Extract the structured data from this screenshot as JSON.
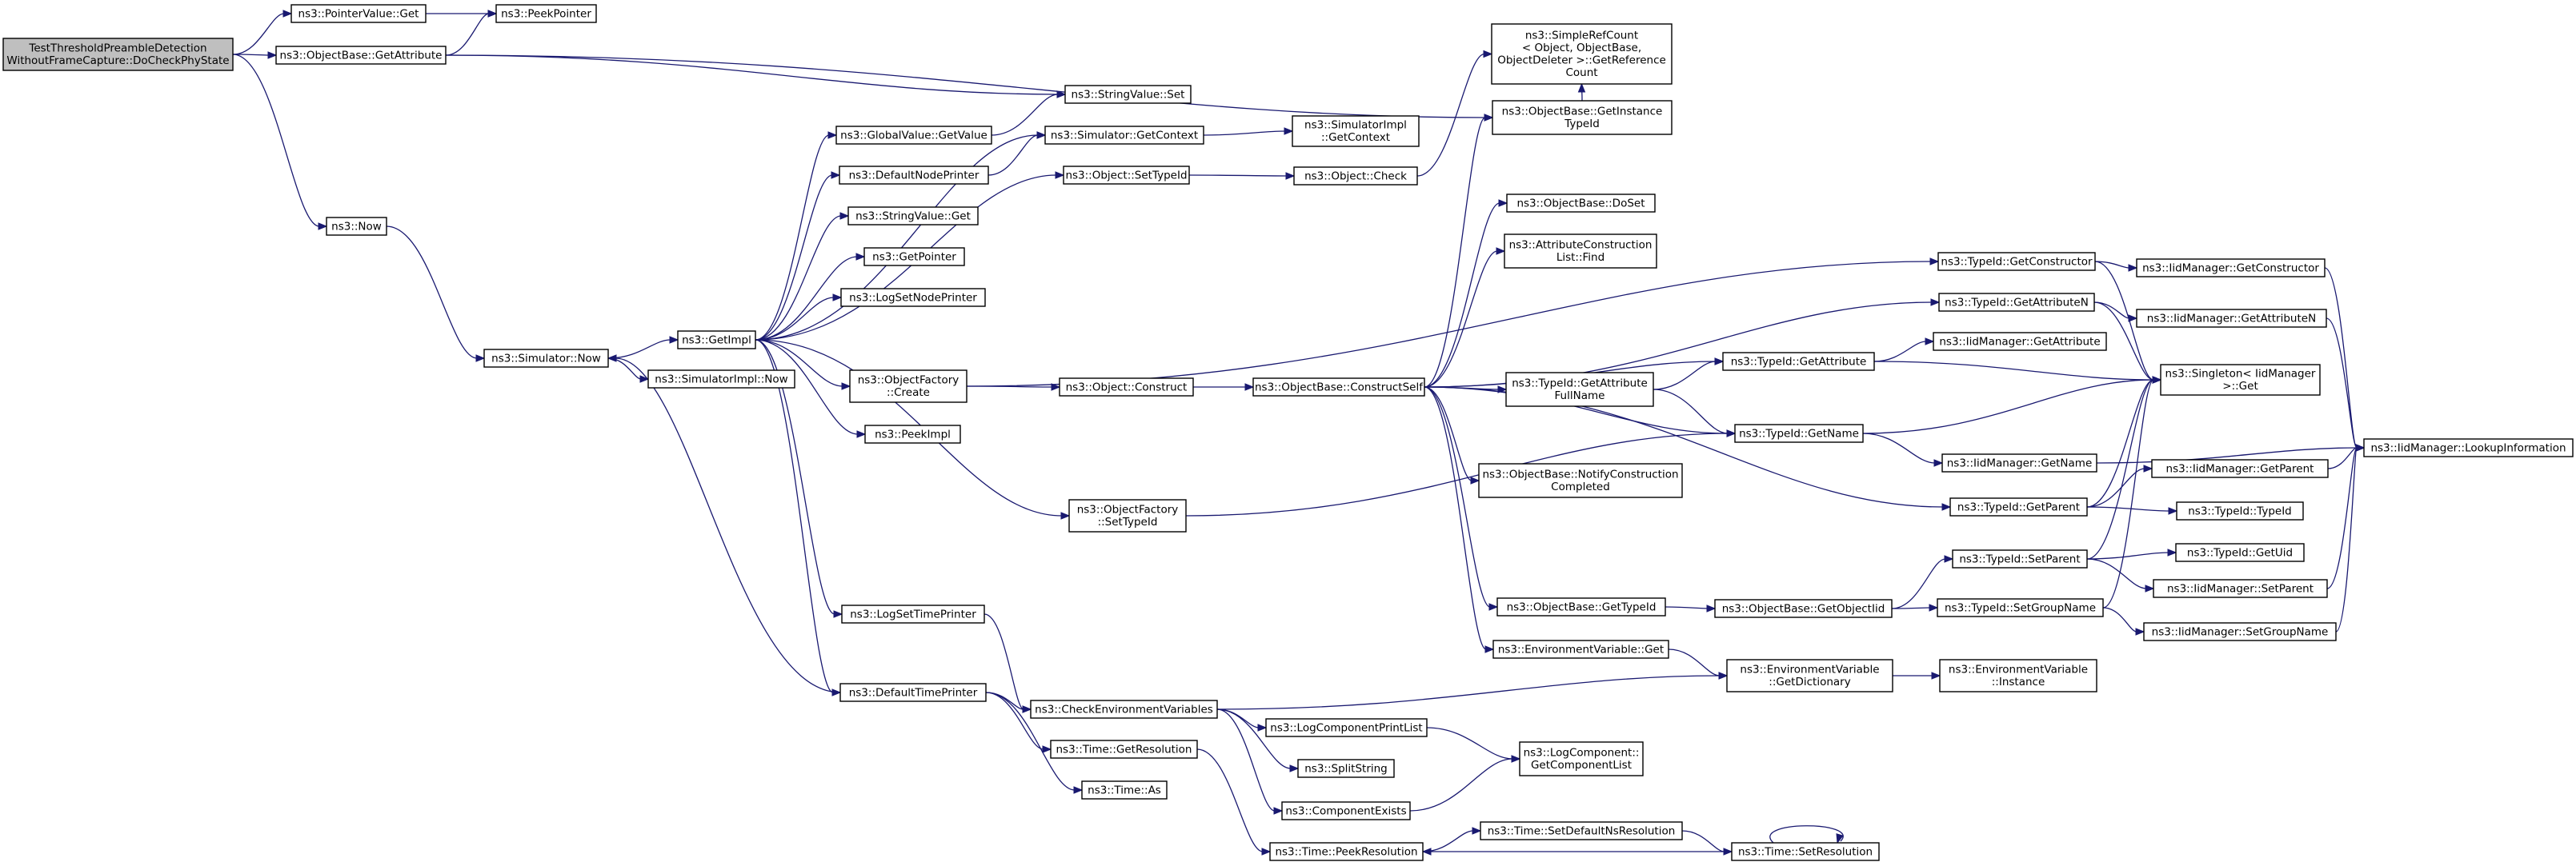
{
  "graph": {
    "nodes": [
      {
        "id": "root",
        "lines": [
          "TestThresholdPreambleDetection",
          "WithoutFrameCapture::DoCheckPhyState"
        ],
        "root": true
      },
      {
        "id": "pvget",
        "lines": [
          "ns3::PointerValue::Get"
        ]
      },
      {
        "id": "peekptr",
        "lines": [
          "ns3::PeekPointer"
        ]
      },
      {
        "id": "obgetattr",
        "lines": [
          "ns3::ObjectBase::GetAttribute"
        ]
      },
      {
        "id": "simplerefcount",
        "lines": [
          "ns3::SimpleRefCount",
          "< Object, ObjectBase,",
          "ObjectDeleter >::GetReference",
          "Count"
        ]
      },
      {
        "id": "stringvalueset",
        "lines": [
          "ns3::StringValue::Set"
        ]
      },
      {
        "id": "getinstancetypeid",
        "lines": [
          "ns3::ObjectBase::GetInstance",
          "TypeId"
        ]
      },
      {
        "id": "globalvalueget",
        "lines": [
          "ns3::GlobalValue::GetValue"
        ]
      },
      {
        "id": "simgetcontext",
        "lines": [
          "ns3::Simulator::GetContext"
        ]
      },
      {
        "id": "simimplgetcontext",
        "lines": [
          "ns3::SimulatorImpl",
          "::GetContext"
        ]
      },
      {
        "id": "defaultnodeprinter",
        "lines": [
          "ns3::DefaultNodePrinter"
        ]
      },
      {
        "id": "objsettypeid",
        "lines": [
          "ns3::Object::SetTypeId"
        ]
      },
      {
        "id": "objcheck",
        "lines": [
          "ns3::Object::Check"
        ]
      },
      {
        "id": "stringvalueget",
        "lines": [
          "ns3::StringValue::Get"
        ]
      },
      {
        "id": "obdoset",
        "lines": [
          "ns3::ObjectBase::DoSet"
        ]
      },
      {
        "id": "now",
        "lines": [
          "ns3::Now"
        ]
      },
      {
        "id": "getpointer",
        "lines": [
          "ns3::GetPointer"
        ]
      },
      {
        "id": "attrconstrfind",
        "lines": [
          "ns3::AttributeConstruction",
          "List::Find"
        ]
      },
      {
        "id": "typeidgetconstructor",
        "lines": [
          "ns3::TypeId::GetConstructor"
        ]
      },
      {
        "id": "iidgetconstructor",
        "lines": [
          "ns3::IidManager::GetConstructor"
        ]
      },
      {
        "id": "logsetnodeprinter",
        "lines": [
          "ns3::LogSetNodePrinter"
        ]
      },
      {
        "id": "typeidgetattributen",
        "lines": [
          "ns3::TypeId::GetAttributeN"
        ]
      },
      {
        "id": "iidgetattributen",
        "lines": [
          "ns3::IidManager::GetAttributeN"
        ]
      },
      {
        "id": "getimpl",
        "lines": [
          "ns3::GetImpl"
        ]
      },
      {
        "id": "simnow",
        "lines": [
          "ns3::Simulator::Now"
        ]
      },
      {
        "id": "typeidgetattribute",
        "lines": [
          "ns3::TypeId::GetAttribute"
        ]
      },
      {
        "id": "iidgetattribute",
        "lines": [
          "ns3::IidManager::GetAttribute"
        ]
      },
      {
        "id": "singletonget",
        "lines": [
          "ns3::Singleton< IidManager",
          ">::Get"
        ]
      },
      {
        "id": "objfactorycreate",
        "lines": [
          "ns3::ObjectFactory",
          "::Create"
        ]
      },
      {
        "id": "simimplnow",
        "lines": [
          "ns3::SimulatorImpl::Now"
        ]
      },
      {
        "id": "typeidgetattrfullname",
        "lines": [
          "ns3::TypeId::GetAttribute",
          "FullName"
        ]
      },
      {
        "id": "objconstruct",
        "lines": [
          "ns3::Object::Construct"
        ]
      },
      {
        "id": "obconstructself",
        "lines": [
          "ns3::ObjectBase::ConstructSelf"
        ]
      },
      {
        "id": "peekimpl",
        "lines": [
          "ns3::PeekImpl"
        ]
      },
      {
        "id": "typeidgetname",
        "lines": [
          "ns3::TypeId::GetName"
        ]
      },
      {
        "id": "iidlookup",
        "lines": [
          "ns3::IidManager::LookupInformation"
        ]
      },
      {
        "id": "iidgetname",
        "lines": [
          "ns3::IidManager::GetName"
        ]
      },
      {
        "id": "iidgetparent",
        "lines": [
          "ns3::IidManager::GetParent"
        ]
      },
      {
        "id": "obnotifyconstr",
        "lines": [
          "ns3::ObjectBase::NotifyConstruction",
          "Completed"
        ]
      },
      {
        "id": "typeidgetparent",
        "lines": [
          "ns3::TypeId::GetParent"
        ]
      },
      {
        "id": "objfactorysettypeid",
        "lines": [
          "ns3::ObjectFactory",
          "::SetTypeId"
        ]
      },
      {
        "id": "typeidtypeid",
        "lines": [
          "ns3::TypeId::TypeId"
        ]
      },
      {
        "id": "typeidgetuid",
        "lines": [
          "ns3::TypeId::GetUid"
        ]
      },
      {
        "id": "typeidsetparent",
        "lines": [
          "ns3::TypeId::SetParent"
        ]
      },
      {
        "id": "iidsetparent",
        "lines": [
          "ns3::IidManager::SetParent"
        ]
      },
      {
        "id": "obgettypeid",
        "lines": [
          "ns3::ObjectBase::GetTypeId"
        ]
      },
      {
        "id": "obgetobjectiid",
        "lines": [
          "ns3::ObjectBase::GetObjectIid"
        ]
      },
      {
        "id": "typeidsetgroupname",
        "lines": [
          "ns3::TypeId::SetGroupName"
        ]
      },
      {
        "id": "logsettimeprinter",
        "lines": [
          "ns3::LogSetTimePrinter"
        ]
      },
      {
        "id": "iidsetgroupname",
        "lines": [
          "ns3::IidManager::SetGroupName"
        ]
      },
      {
        "id": "envvarget",
        "lines": [
          "ns3::EnvironmentVariable::Get"
        ]
      },
      {
        "id": "envvargetdict",
        "lines": [
          "ns3::EnvironmentVariable",
          "::GetDictionary"
        ]
      },
      {
        "id": "envvarinstance",
        "lines": [
          "ns3::EnvironmentVariable",
          "::Instance"
        ]
      },
      {
        "id": "defaulttimeprinter",
        "lines": [
          "ns3::DefaultTimePrinter"
        ]
      },
      {
        "id": "checkenvvars",
        "lines": [
          "ns3::CheckEnvironmentVariables"
        ]
      },
      {
        "id": "logcompprintlist",
        "lines": [
          "ns3::LogComponentPrintList"
        ]
      },
      {
        "id": "timegetresolution",
        "lines": [
          "ns3::Time::GetResolution"
        ]
      },
      {
        "id": "logcompgetlist",
        "lines": [
          "ns3::LogComponent::",
          "GetComponentList"
        ]
      },
      {
        "id": "splitstring",
        "lines": [
          "ns3::SplitString"
        ]
      },
      {
        "id": "timeas",
        "lines": [
          "ns3::Time::As"
        ]
      },
      {
        "id": "componentexists",
        "lines": [
          "ns3::ComponentExists"
        ]
      },
      {
        "id": "timesetdefaultns",
        "lines": [
          "ns3::Time::SetDefaultNsResolution"
        ]
      },
      {
        "id": "timepeekresolution",
        "lines": [
          "ns3::Time::PeekResolution"
        ]
      },
      {
        "id": "timesetresolution",
        "lines": [
          "ns3::Time::SetResolution"
        ]
      }
    ],
    "edges": [
      [
        "root",
        "pvget"
      ],
      [
        "root",
        "obgetattr"
      ],
      [
        "root",
        "now"
      ],
      [
        "pvget",
        "peekptr"
      ],
      [
        "obgetattr",
        "peekptr"
      ],
      [
        "obgetattr",
        "stringvalueset"
      ],
      [
        "obgetattr",
        "getinstancetypeid"
      ],
      [
        "getinstancetypeid",
        "simplerefcount"
      ],
      [
        "now",
        "simnow"
      ],
      [
        "simnow",
        "getimpl"
      ],
      [
        "simnow",
        "simimplnow"
      ],
      [
        "getimpl",
        "globalvalueget"
      ],
      [
        "getimpl",
        "defaultnodeprinter"
      ],
      [
        "getimpl",
        "stringvalueget"
      ],
      [
        "getimpl",
        "getpointer"
      ],
      [
        "getimpl",
        "logsetnodeprinter"
      ],
      [
        "getimpl",
        "objfactorycreate"
      ],
      [
        "getimpl",
        "peekimpl"
      ],
      [
        "getimpl",
        "objfactorysettypeid"
      ],
      [
        "getimpl",
        "logsettimeprinter"
      ],
      [
        "getimpl",
        "defaulttimeprinter"
      ],
      [
        "getimpl",
        "simgetcontext"
      ],
      [
        "getimpl",
        "objsettypeid"
      ],
      [
        "globalvalueget",
        "stringvalueset"
      ],
      [
        "defaultnodeprinter",
        "simgetcontext"
      ],
      [
        "simgetcontext",
        "simimplgetcontext"
      ],
      [
        "objsettypeid",
        "objcheck"
      ],
      [
        "objcheck",
        "simplerefcount"
      ],
      [
        "objfactorycreate",
        "objconstruct"
      ],
      [
        "objfactorycreate",
        "typeidgetconstructor"
      ],
      [
        "objconstruct",
        "obconstructself"
      ],
      [
        "obconstructself",
        "getinstancetypeid"
      ],
      [
        "obconstructself",
        "obdoset"
      ],
      [
        "obconstructself",
        "attrconstrfind"
      ],
      [
        "obconstructself",
        "typeidgetattributen"
      ],
      [
        "obconstructself",
        "typeidgetattribute"
      ],
      [
        "obconstructself",
        "typeidgetattrfullname"
      ],
      [
        "obconstructself",
        "typeidgetname"
      ],
      [
        "obconstructself",
        "obnotifyconstr"
      ],
      [
        "obconstructself",
        "typeidgetparent"
      ],
      [
        "obconstructself",
        "obgettypeid"
      ],
      [
        "obconstructself",
        "envvarget"
      ],
      [
        "typeidgetattrfullname",
        "typeidgetattribute"
      ],
      [
        "typeidgetattrfullname",
        "typeidgetname"
      ],
      [
        "typeidgetconstructor",
        "iidgetconstructor"
      ],
      [
        "typeidgetconstructor",
        "singletonget"
      ],
      [
        "typeidgetattributen",
        "iidgetattributen"
      ],
      [
        "typeidgetattributen",
        "singletonget"
      ],
      [
        "typeidgetattribute",
        "iidgetattribute"
      ],
      [
        "typeidgetattribute",
        "singletonget"
      ],
      [
        "typeidgetname",
        "singletonget"
      ],
      [
        "typeidgetname",
        "iidgetname"
      ],
      [
        "typeidgetparent",
        "singletonget"
      ],
      [
        "typeidgetparent",
        "iidgetparent"
      ],
      [
        "typeidgetparent",
        "typeidtypeid"
      ],
      [
        "iidgetconstructor",
        "iidlookup"
      ],
      [
        "iidgetattributen",
        "iidlookup"
      ],
      [
        "iidgetname",
        "iidlookup"
      ],
      [
        "iidgetparent",
        "iidlookup"
      ],
      [
        "iidsetparent",
        "iidlookup"
      ],
      [
        "iidsetgroupname",
        "iidlookup"
      ],
      [
        "objfactorysettypeid",
        "typeidgetname"
      ],
      [
        "obgettypeid",
        "obgetobjectiid"
      ],
      [
        "obgetobjectiid",
        "typeidsetparent"
      ],
      [
        "obgetobjectiid",
        "typeidsetgroupname"
      ],
      [
        "typeidsetparent",
        "singletonget"
      ],
      [
        "typeidsetparent",
        "typeidgetuid"
      ],
      [
        "typeidsetparent",
        "iidsetparent"
      ],
      [
        "typeidsetgroupname",
        "singletonget"
      ],
      [
        "typeidsetgroupname",
        "iidsetgroupname"
      ],
      [
        "envvarget",
        "envvargetdict"
      ],
      [
        "envvargetdict",
        "envvarinstance"
      ],
      [
        "logsettimeprinter",
        "checkenvvars"
      ],
      [
        "defaulttimeprinter",
        "checkenvvars"
      ],
      [
        "defaulttimeprinter",
        "timegetresolution"
      ],
      [
        "defaulttimeprinter",
        "timeas"
      ],
      [
        "defaulttimeprinter",
        "simnow"
      ],
      [
        "checkenvvars",
        "envvargetdict"
      ],
      [
        "checkenvvars",
        "logcompprintlist"
      ],
      [
        "checkenvvars",
        "splitstring"
      ],
      [
        "checkenvvars",
        "componentexists"
      ],
      [
        "logcompprintlist",
        "logcompgetlist"
      ],
      [
        "componentexists",
        "logcompgetlist"
      ],
      [
        "timegetresolution",
        "timepeekresolution"
      ],
      [
        "timepeekresolution",
        "timesetdefaultns"
      ],
      [
        "timesetdefaultns",
        "timesetresolution"
      ],
      [
        "timesetresolution",
        "timepeekresolution"
      ],
      [
        "timesetresolution",
        "timesetresolution"
      ]
    ]
  },
  "colors": {
    "edge": "#191970",
    "node_border": "#000000",
    "node_fill": "#ffffff",
    "root_fill": "#bfbfbf",
    "text": "#000000"
  }
}
